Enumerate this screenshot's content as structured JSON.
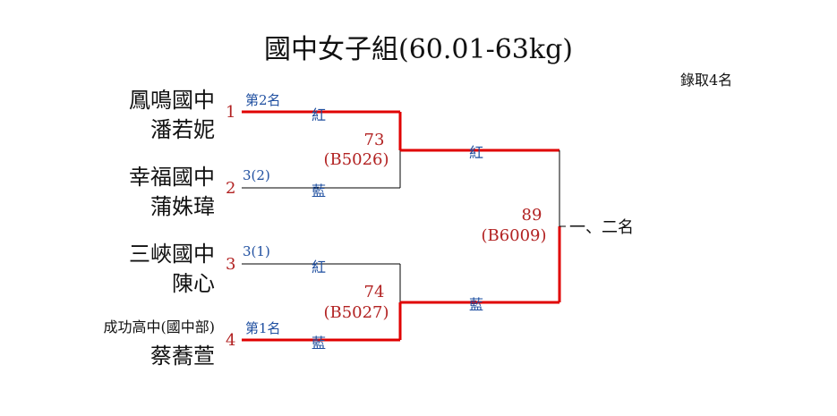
{
  "title": "國中女子組(60.01-63kg)",
  "note": "錄取4名",
  "colors": {
    "win_line": "#e00000",
    "line": "#000000",
    "red_text": "#b22222",
    "blue_text": "#1f4fa0"
  },
  "players": [
    {
      "school": "鳳鳴國中",
      "name": "潘若妮",
      "seed": "1",
      "rank": "第2名",
      "corner": "紅"
    },
    {
      "school": "幸福國中",
      "name": "蒲姝瑋",
      "seed": "2",
      "rank": "3(2)",
      "corner": "藍"
    },
    {
      "school": "三峽國中",
      "name": "陳心",
      "seed": "3",
      "rank": "3(1)",
      "corner": "紅"
    },
    {
      "school": "成功高中(國中部)",
      "name": "蔡蕎萱",
      "seed": "4",
      "rank": "第1名",
      "corner": "藍"
    }
  ],
  "matches": [
    {
      "num": "73",
      "code": "(B5026)",
      "winner_corner": "紅"
    },
    {
      "num": "74",
      "code": "(B5027)",
      "winner_corner": "藍"
    },
    {
      "num": "89",
      "code": "(B6009)"
    }
  ],
  "final_label": "一、二名"
}
